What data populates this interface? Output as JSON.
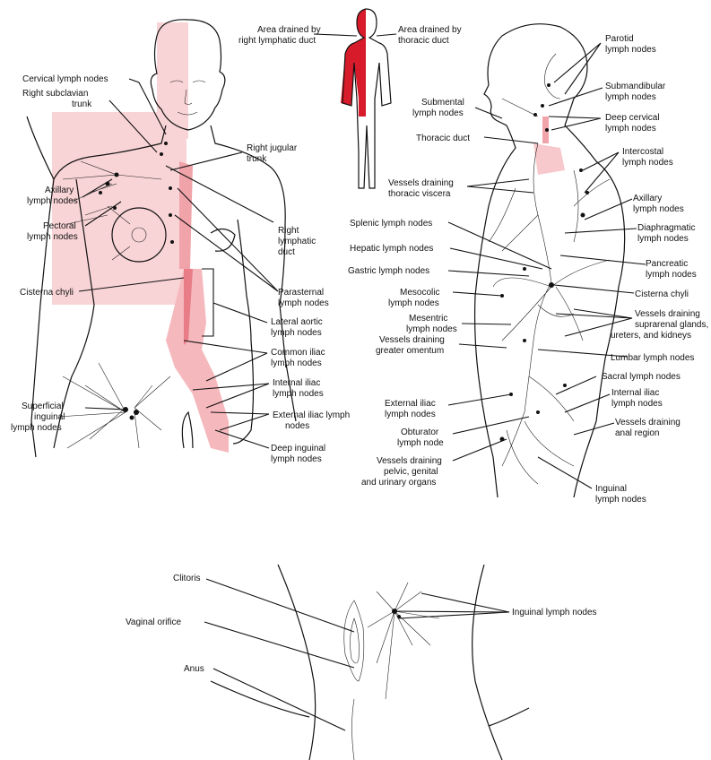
{
  "colors": {
    "highlight": "#f7c9cc",
    "highlight_strong": "#ef8f99",
    "duct_red": "#d81b2a"
  },
  "front": {
    "cervical": "Cervical lymph nodes",
    "subclavian_1": "Right subclavian",
    "subclavian_2": "trunk",
    "jugular_1": "Right jugular",
    "jugular_2": "trunk",
    "axillary_1": "Axillary",
    "axillary_2": "lymph nodes",
    "pectoral_1": "Pectoral",
    "pectoral_2": "lymph nodes",
    "rlduct_1": "Right",
    "rlduct_2": "lymphatic",
    "rlduct_3": "duct",
    "cisterna": "Cisterna chyli",
    "parasternal_1": "Parasternal",
    "parasternal_2": "lymph nodes",
    "lataortic_1": "Lateral aortic",
    "lataortic_2": "lymph nodes",
    "comiliac_1": "Common iliac",
    "comiliac_2": "lymph nodes",
    "intiliac_1": "Internal iliac",
    "intiliac_2": "lymph nodes",
    "extiliac_1": "External iliac lymph",
    "extiliac_2": "nodes",
    "superficial_1": "Superficial",
    "superficial_2": "inguinal",
    "superficial_3": "lymph nodes",
    "deeping_1": "Deep inguinal",
    "deeping_2": "lymph nodes"
  },
  "inset": {
    "right_1": "Area drained by",
    "right_2": "right lymphatic duct",
    "thoracic_1": "Area drained by",
    "thoracic_2": "thoracic duct"
  },
  "side": {
    "parotid_1": "Parotid",
    "parotid_2": "lymph nodes",
    "submandibular_1": "Submandibular",
    "submandibular_2": "lymph nodes",
    "submental_1": "Submental",
    "submental_2": "lymph nodes",
    "deepcervical_1": "Deep cervical",
    "deepcervical_2": "lymph nodes",
    "thoracicduct": "Thoracic duct",
    "intercostal_1": "Intercostal",
    "intercostal_2": "lymph nodes",
    "viscera_1": "Vessels draining",
    "viscera_2": "thoracic viscera",
    "axillary_1": "Axillary",
    "axillary_2": "lymph nodes",
    "splenic": "Splenic lymph nodes",
    "diaphragmatic_1": "Diaphragmatic",
    "diaphragmatic_2": "lymph nodes",
    "hepatic": "Hepatic lymph nodes",
    "pancreatic_1": "Pancreatic",
    "pancreatic_2": "lymph nodes",
    "gastric": "Gastric lymph nodes",
    "cisterna": "Cisterna chyli",
    "mesocolic_1": "Mesocolic",
    "mesocolic_2": "lymph nodes",
    "suprarenal_1": "Vessels draining",
    "suprarenal_2": "suprarenal glands,",
    "suprarenal_3": "ureters, and kidneys",
    "mesenteric_1": "Mesentric",
    "mesenteric_2": "lymph nodes",
    "omentum_1": "Vessels draining",
    "omentum_2": "greater omentum",
    "lumbar": "Lumbar lymph nodes",
    "sacral": "Sacral lymph nodes",
    "intiliac_1": "Internal iliac",
    "intiliac_2": "lymph nodes",
    "extiliac_1": "External iliac",
    "extiliac_2": "lymph nodes",
    "anal_1": "Vessels draining",
    "anal_2": "anal region",
    "obturator_1": "Obturator",
    "obturator_2": "lymph node",
    "pelvic_1": "Vessels draining",
    "pelvic_2": "pelvic, genital",
    "pelvic_3": "and urinary organs",
    "inguinal_1": "Inguinal",
    "inguinal_2": "lymph nodes"
  },
  "bottom": {
    "clitoris": "Clitoris",
    "vaginal": "Vaginal orifice",
    "anus": "Anus",
    "inguinal": "Inguinal lymph nodes"
  }
}
